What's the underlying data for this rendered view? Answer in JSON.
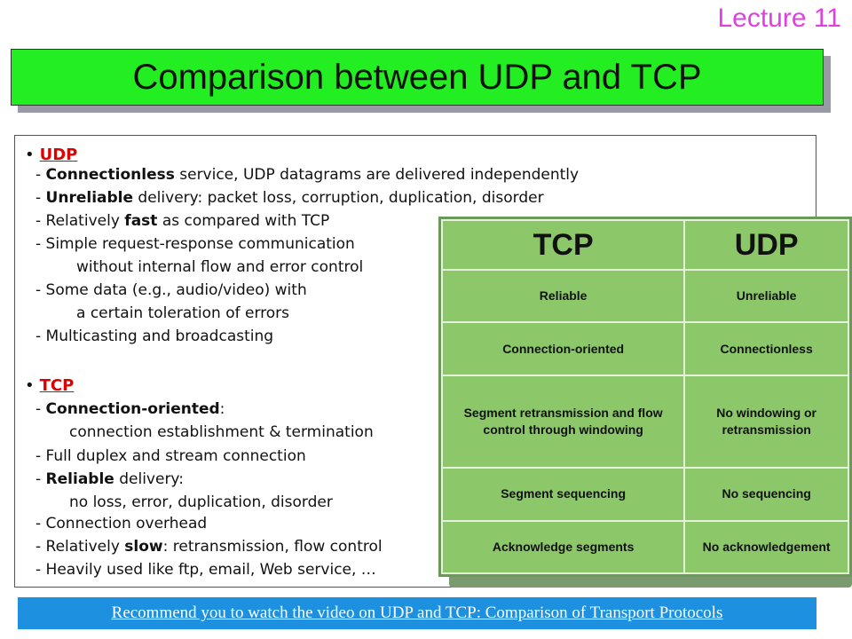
{
  "lecture_label": "Lecture 11",
  "title": "Comparison between UDP and TCP",
  "udp": {
    "heading": "UDP",
    "lines": [
      {
        "pre": "- ",
        "b": "Connectionless",
        "post": " service, UDP datagrams are delivered independently"
      },
      {
        "pre": "- ",
        "b": "Unreliable",
        "post": " delivery: packet loss, corruption, duplication, disorder"
      },
      {
        "pre": "- Relatively ",
        "b": "fast",
        "post": " as compared with TCP"
      },
      {
        "pre": "- Simple request-response communication",
        "b": "",
        "post": ""
      },
      {
        "pre": "without internal flow and error control",
        "b": "",
        "post": ""
      },
      {
        "pre": "- Some data (e.g., audio/video) with",
        "b": "",
        "post": ""
      },
      {
        "pre": "a certain toleration of errors",
        "b": "",
        "post": ""
      },
      {
        "pre": "- Multicasting and broadcasting",
        "b": "",
        "post": ""
      }
    ]
  },
  "tcp": {
    "heading": "TCP",
    "lines": [
      {
        "pre": "- ",
        "b": "Connection-oriented",
        "post": ":"
      },
      {
        "pre": "connection establishment & termination",
        "b": "",
        "post": ""
      },
      {
        "pre": "- Full duplex and stream connection",
        "b": "",
        "post": ""
      },
      {
        "pre": "- ",
        "b": "Reliable",
        "post": " delivery:"
      },
      {
        "pre": "no loss, error, duplication, disorder",
        "b": "",
        "post": ""
      },
      {
        "pre": "- Connection overhead",
        "b": "",
        "post": ""
      },
      {
        "pre": "- Relatively ",
        "b": "slow",
        "post": ": retransmission, flow control"
      },
      {
        "pre": "- Heavily used like ftp, email, Web service, …",
        "b": "",
        "post": ""
      }
    ]
  },
  "table": {
    "headers": [
      "TCP",
      "UDP"
    ],
    "rows": [
      [
        "Reliable",
        "Unreliable"
      ],
      [
        "Connection-oriented",
        "Connectionless"
      ],
      [
        "Segment retransmission and flow control through windowing",
        "No windowing or retransmission"
      ],
      [
        "Segment sequencing",
        "No sequencing"
      ],
      [
        "Acknowledge segments",
        "No acknowledgement"
      ]
    ]
  },
  "footer_link": "Recommend you to watch the video on UDP and TCP: Comparison of Transport Protocols"
}
